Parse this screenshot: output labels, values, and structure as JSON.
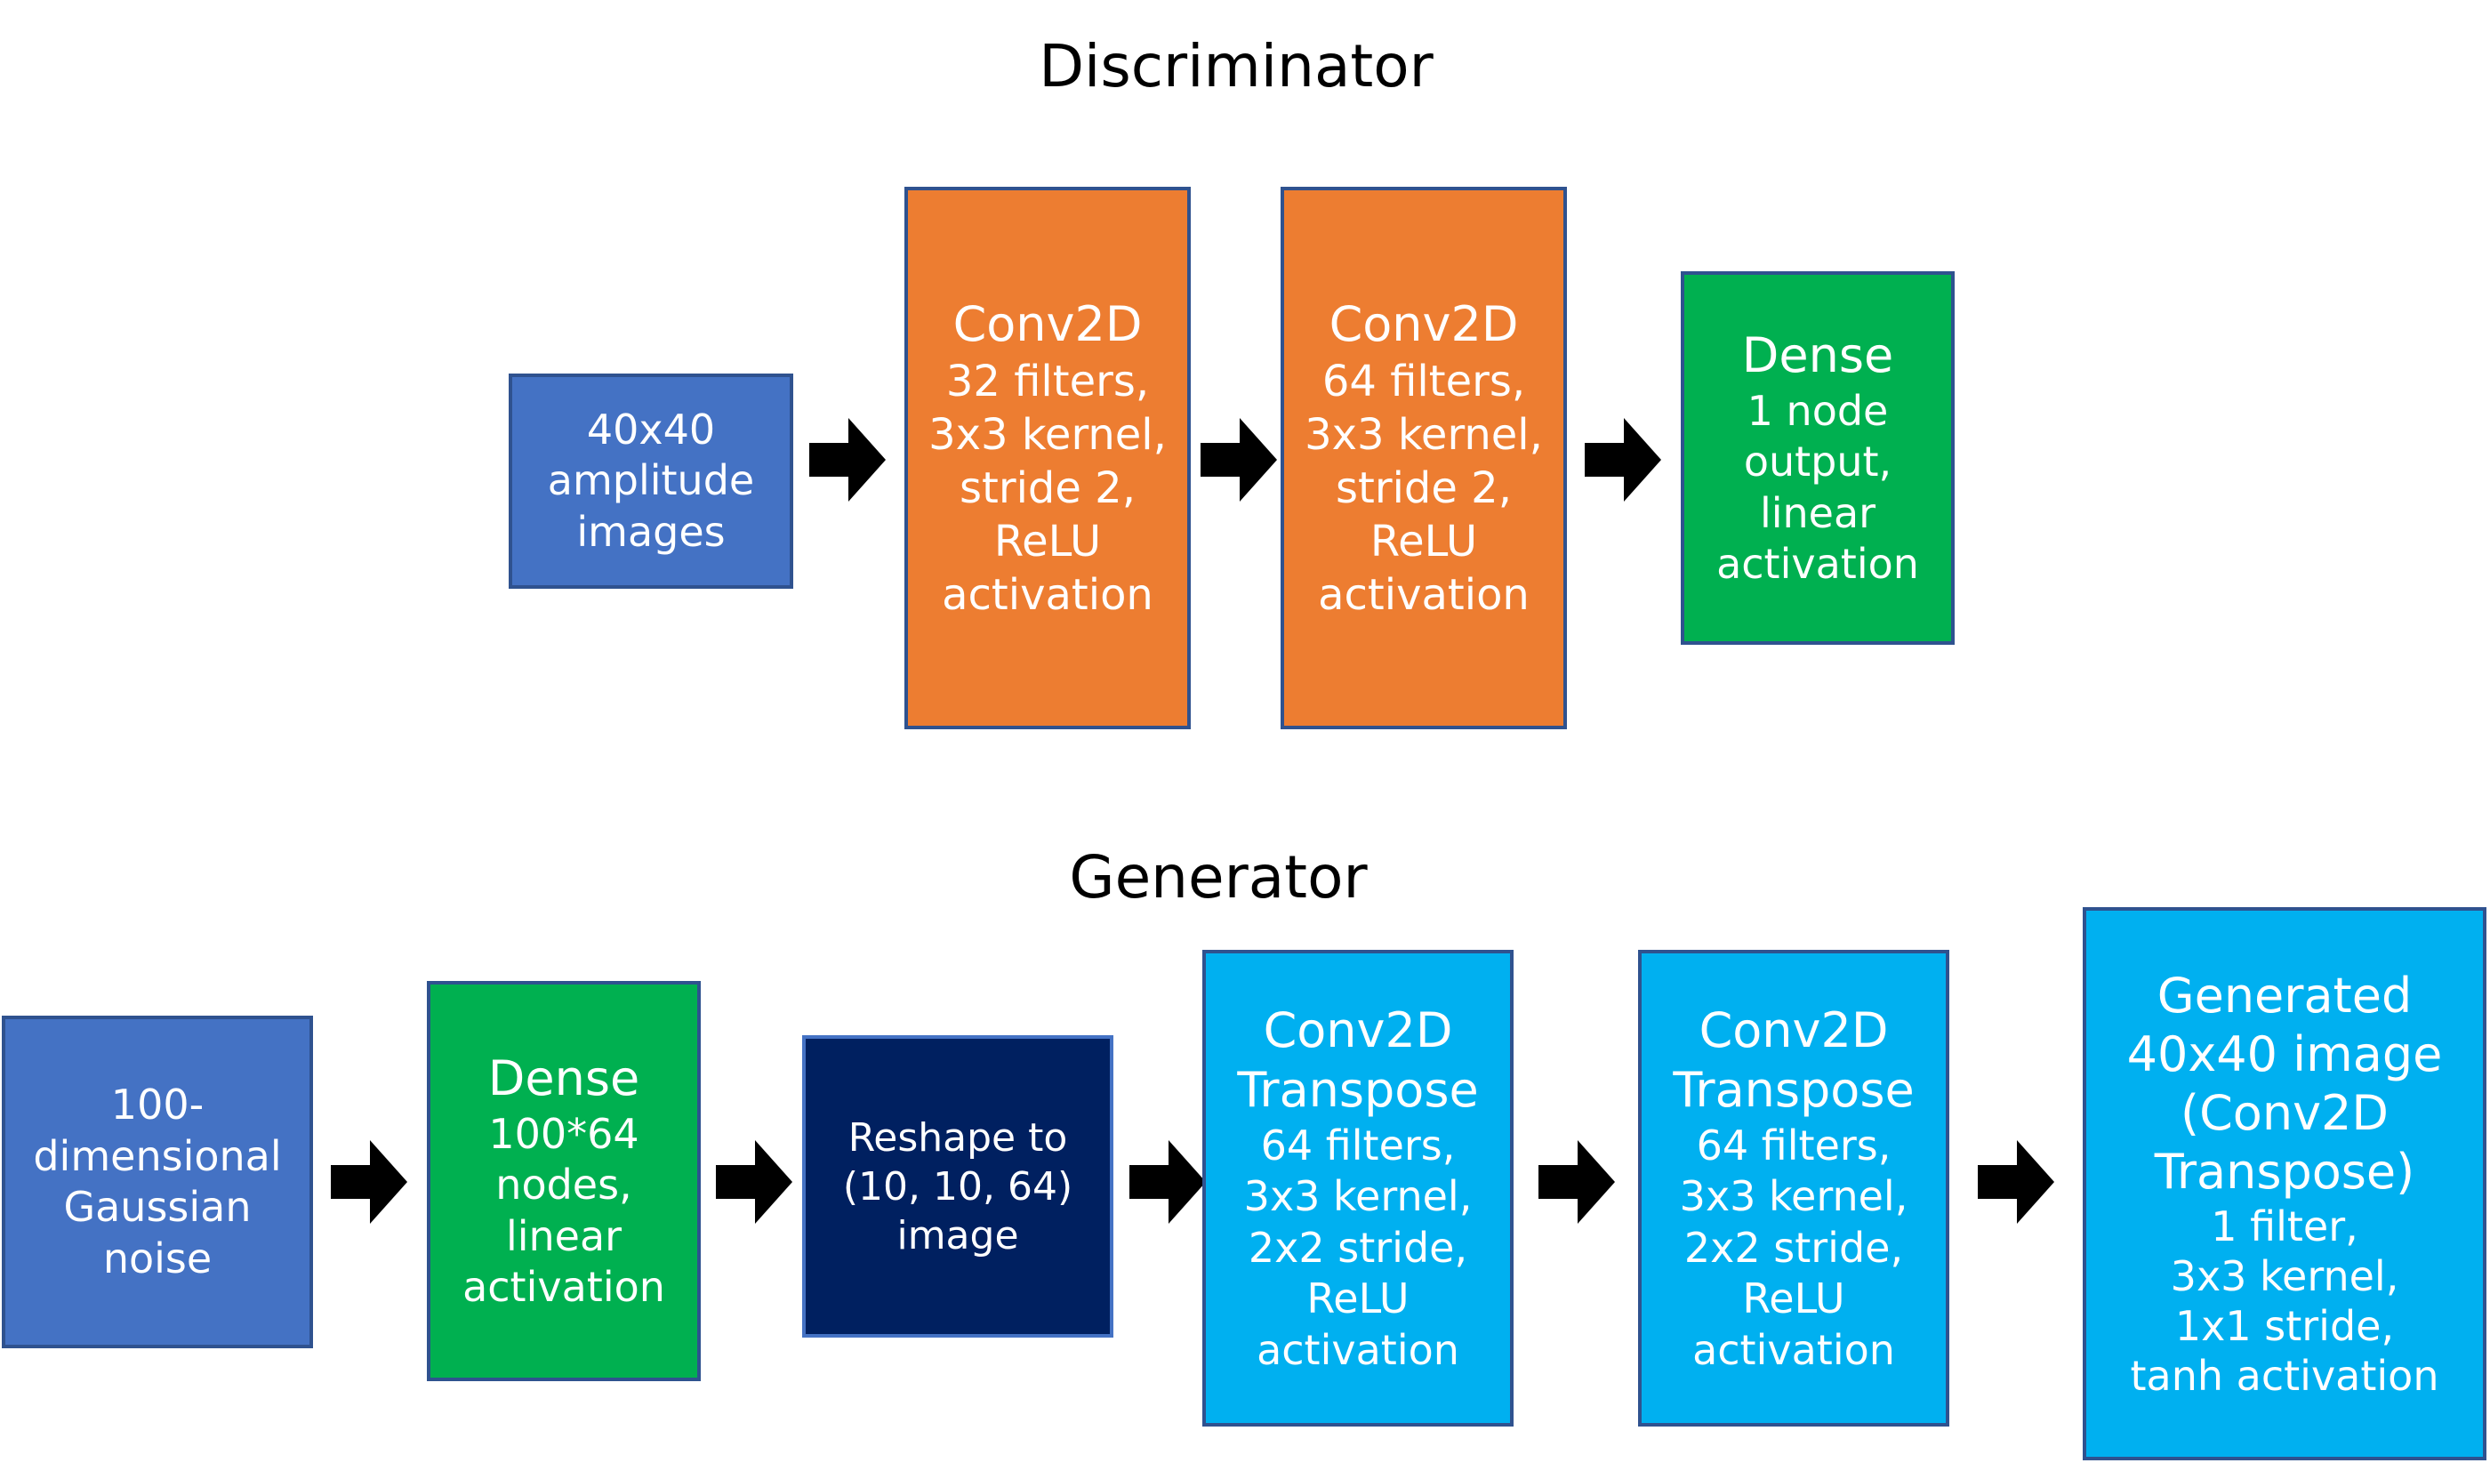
{
  "colors": {
    "input_blue": "#4472c4",
    "conv_orange": "#ed7d31",
    "dense_green": "#00b050",
    "reshape_navy": "#002060",
    "transpose_cyan": "#00b0f0",
    "border": "#2f528f",
    "arrow": "#000000"
  },
  "discriminator": {
    "title": "Discriminator",
    "input": {
      "lines": [
        "40x40",
        "amplitude",
        "images"
      ]
    },
    "conv1": {
      "heading": "Conv2D",
      "lines": [
        "32 filters,",
        "3x3 kernel,",
        "stride 2,",
        "ReLU",
        "activation"
      ]
    },
    "conv2": {
      "heading": "Conv2D",
      "lines": [
        "64 filters,",
        "3x3 kernel,",
        "stride 2,",
        "ReLU",
        "activation"
      ]
    },
    "dense": {
      "heading": "Dense",
      "lines": [
        "1 node",
        "output,",
        "linear",
        "activation"
      ]
    }
  },
  "generator": {
    "title": "Generator",
    "noise": {
      "lines": [
        "100-",
        "dimensional",
        "Gaussian",
        "noise"
      ]
    },
    "dense": {
      "heading": "Dense",
      "lines": [
        "100*64",
        "nodes,",
        "linear",
        "activation"
      ]
    },
    "reshape": {
      "lines": [
        "Reshape to",
        "(10, 10, 64)",
        "image"
      ]
    },
    "convT1": {
      "heading1": "Conv2D",
      "heading2": "Transpose",
      "lines": [
        "64 filters,",
        "3x3 kernel,",
        "2x2 stride,",
        "ReLU",
        "activation"
      ]
    },
    "convT2": {
      "heading1": "Conv2D",
      "heading2": "Transpose",
      "lines": [
        "64 filters,",
        "3x3 kernel,",
        "2x2 stride,",
        "ReLU",
        "activation"
      ]
    },
    "output": {
      "headings": [
        "Generated",
        "40x40 image",
        "(Conv2D",
        "Transpose)"
      ],
      "lines": [
        "1 filter,",
        "3x3 kernel,",
        "1x1 stride,",
        "tanh activation"
      ]
    }
  }
}
